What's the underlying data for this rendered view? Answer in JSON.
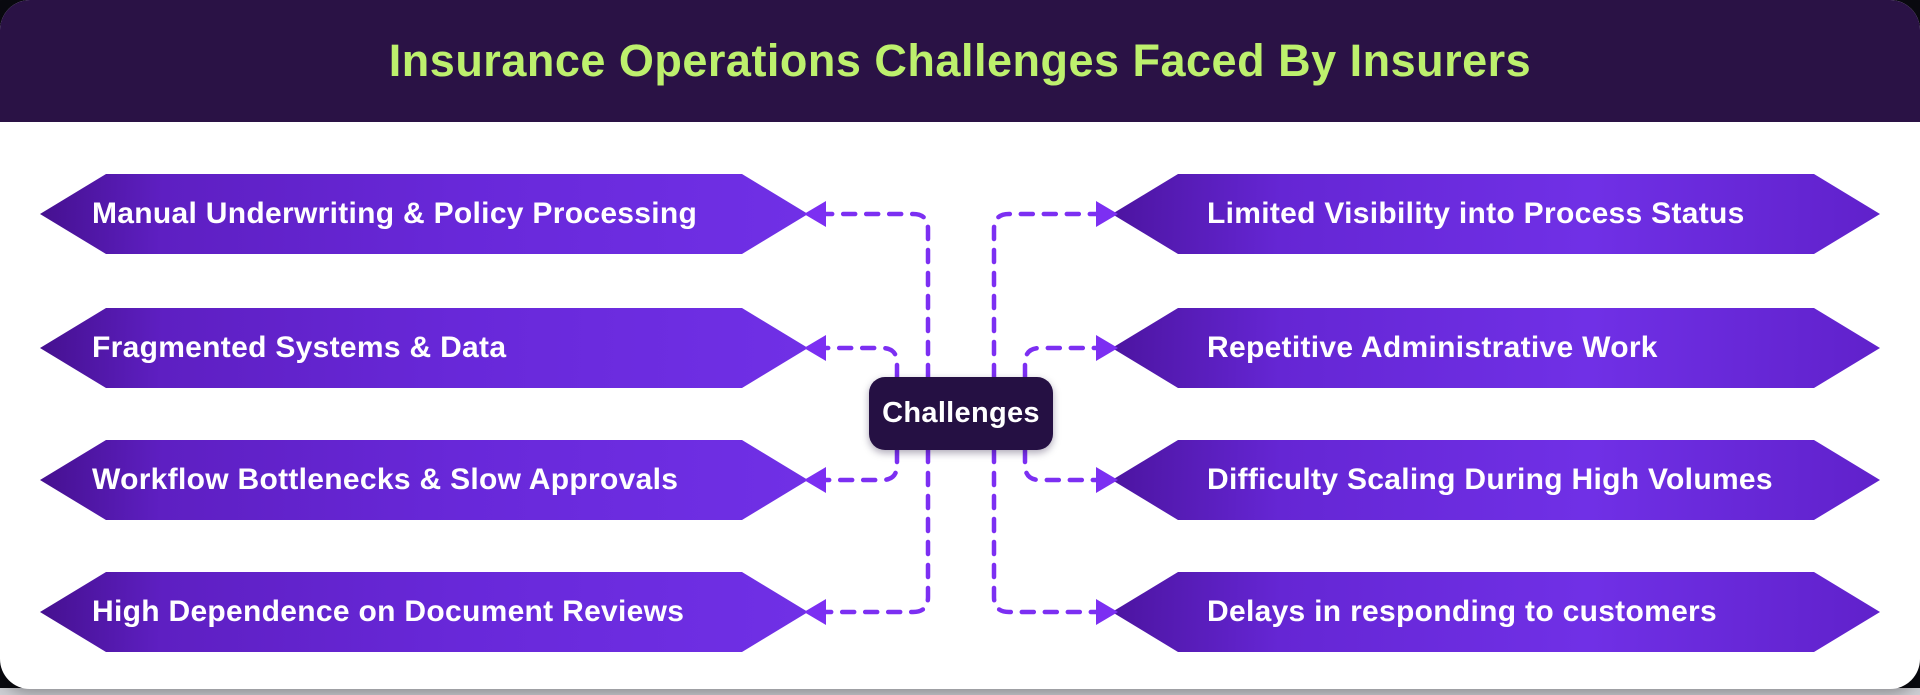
{
  "header": {
    "title": "Insurance Operations Challenges Faced By Insurers"
  },
  "center": {
    "label": "Challenges"
  },
  "banners": {
    "left": [
      {
        "label": "Manual Underwriting & Policy Processing"
      },
      {
        "label": "Fragmented Systems & Data"
      },
      {
        "label": "Workflow Bottlenecks & Slow Approvals"
      },
      {
        "label": "High Dependence on Document Reviews"
      }
    ],
    "right": [
      {
        "label": "Limited Visibility into Process Status"
      },
      {
        "label": "Repetitive Administrative Work"
      },
      {
        "label": "Difficulty Scaling During High Volumes"
      },
      {
        "label": "Delays in responding to customers"
      }
    ]
  },
  "colors": {
    "header_bg": "#2a1245",
    "title_text": "#bdf06d",
    "banner_purple": "#6828d9",
    "banner_dark_edge": "#45108f",
    "banner_text": "#ffffff",
    "center_node_bg": "#251043",
    "connector": "#7c2ff2",
    "card_bg": "#ffffff"
  }
}
